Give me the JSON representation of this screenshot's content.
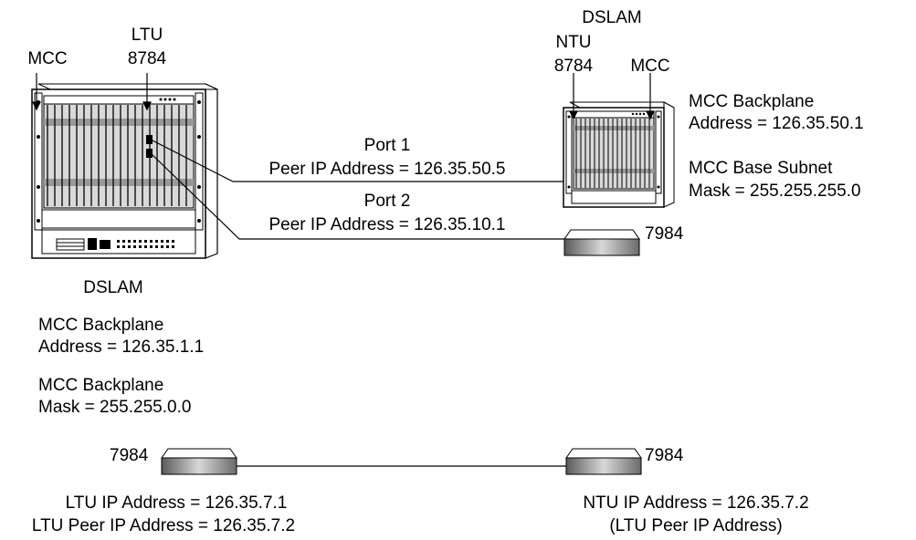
{
  "large_dslam": {
    "mcc_label": "MCC",
    "ltu_label_line1": "LTU",
    "ltu_label_line2": "8784",
    "name": "DSLAM",
    "backplane_address_line1": "MCC Backplane",
    "backplane_address_line2": "Address = 126.35.1.1",
    "backplane_mask_line1": "MCC Backplane",
    "backplane_mask_line2": "Mask = 255.255.0.0"
  },
  "small_dslam": {
    "name": "DSLAM",
    "ntu_label_line1": "NTU",
    "ntu_label_line2": "8784",
    "mcc_label": "MCC",
    "backplane_address_line1": "MCC Backplane",
    "backplane_address_line2": "Address = 126.35.50.1",
    "base_subnet_line1": "MCC Base Subnet",
    "base_subnet_line2": "Mask = 255.255.255.0"
  },
  "links": {
    "port1_label": "Port 1",
    "port1_peer": "Peer IP Address = 126.35.50.5",
    "port2_label": "Port 2",
    "port2_peer": "Peer IP Address = 126.35.10.1"
  },
  "modems": {
    "top_right_label": "7984",
    "bottom_left_label": "7984",
    "bottom_right_label": "7984"
  },
  "bottom_link": {
    "ltu_ip": "LTU IP Address = 126.35.7.1",
    "ltu_peer_ip": "LTU Peer IP Address = 126.35.7.2",
    "ntu_ip": "NTU IP Address = 126.35.7.2",
    "ntu_note": "(LTU Peer IP Address)"
  }
}
